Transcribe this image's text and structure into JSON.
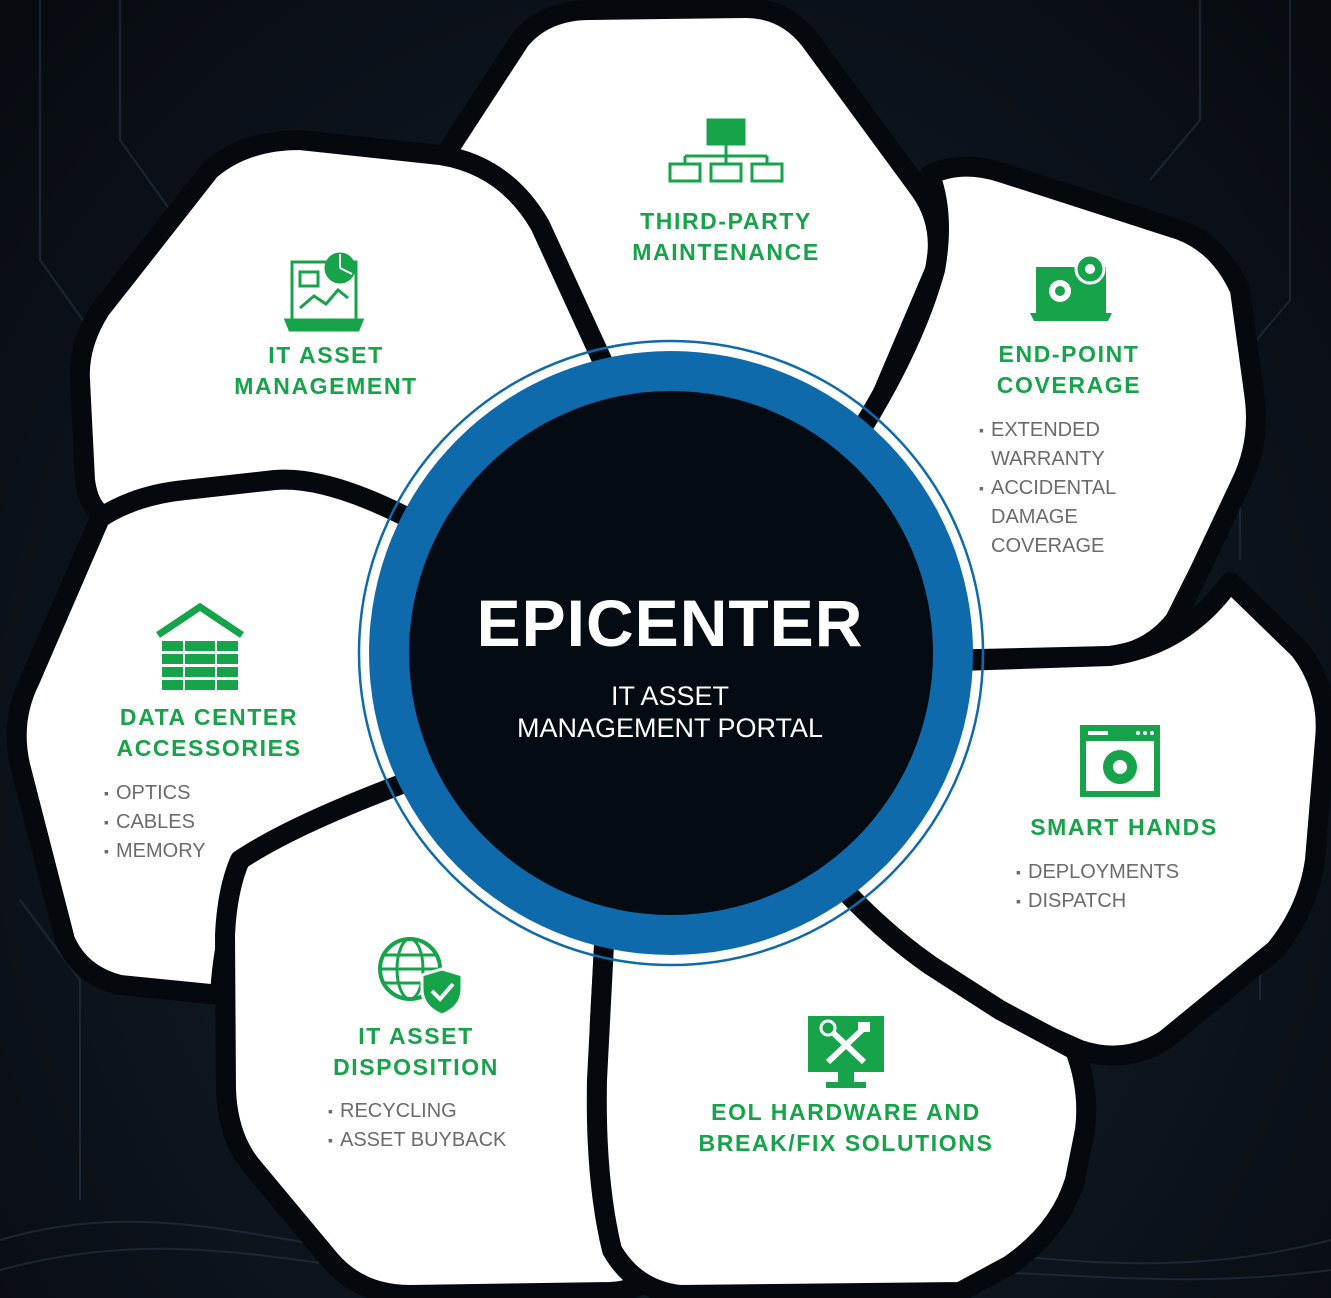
{
  "hub": {
    "title": "EPICENTER",
    "subtitle_line1": "IT ASSET",
    "subtitle_line2": "MANAGEMENT PORTAL"
  },
  "colors": {
    "accent_green": "#16a34a",
    "ring_blue": "#0f6aab",
    "hub_dark": "#050b12",
    "petal_fill": "#ffffff",
    "bullet_text": "#6b6b6b"
  },
  "segments": {
    "third_party": {
      "icon": "hierarchy-icon",
      "title_line1": "THIRD-PARTY",
      "title_line2": "MAINTENANCE"
    },
    "asset_management": {
      "icon": "analytics-dashboard-icon",
      "title_line1": "IT ASSET",
      "title_line2": "MANAGEMENT"
    },
    "endpoint": {
      "icon": "laptop-gears-icon",
      "title_line1": "END-POINT",
      "title_line2": "COVERAGE",
      "bullets": [
        "EXTENDED",
        "WARRANTY",
        "ACCIDENTAL",
        "DAMAGE",
        "COVERAGE"
      ]
    },
    "data_center": {
      "icon": "server-rack-icon",
      "title_line1": "DATA CENTER",
      "title_line2": "ACCESSORIES",
      "bullets": [
        "OPTICS",
        "CABLES",
        "MEMORY"
      ]
    },
    "smart_hands": {
      "icon": "browser-gear-icon",
      "title_line1": "SMART HANDS",
      "bullets": [
        "DEPLOYMENTS",
        "DISPATCH"
      ]
    },
    "disposition": {
      "icon": "globe-shield-icon",
      "title_line1": "IT ASSET",
      "title_line2": "DISPOSITION",
      "bullets": [
        "RECYCLING",
        "ASSET BUYBACK"
      ]
    },
    "eol": {
      "icon": "monitor-tools-icon",
      "title_line1": "EOL HARDWARE AND",
      "title_line2": "BREAK/FIX SOLUTIONS"
    }
  }
}
